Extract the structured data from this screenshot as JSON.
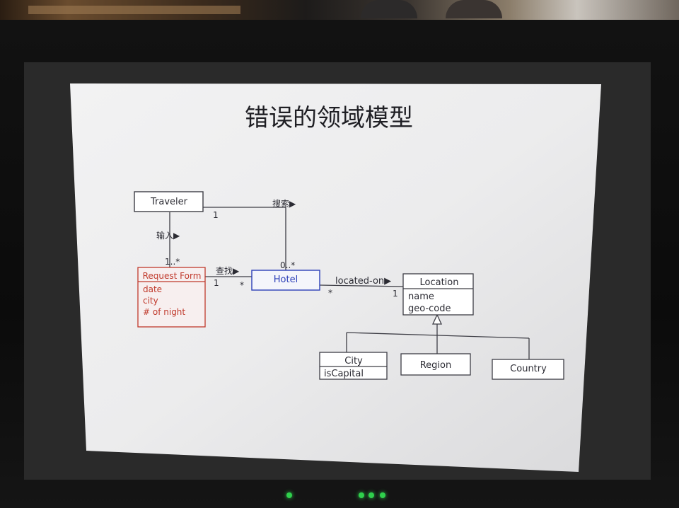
{
  "slide": {
    "title": "错误的领域模型"
  },
  "classes": {
    "traveler": {
      "name": "Traveler"
    },
    "request_form": {
      "name": "Request Form",
      "attributes": [
        "date",
        "city",
        "# of night"
      ],
      "color": "#c0392b"
    },
    "hotel": {
      "name": "Hotel",
      "color": "#2c3fb8"
    },
    "location": {
      "name": "Location",
      "attributes": [
        "name",
        "geo-code"
      ]
    },
    "city": {
      "name": "City",
      "attributes": [
        "isCapital"
      ]
    },
    "region": {
      "name": "Region"
    },
    "country": {
      "name": "Country"
    }
  },
  "associations": {
    "search": {
      "label": "搜索▶",
      "end_traveler": "1",
      "end_hotel": "0..*"
    },
    "input": {
      "label": "输入▶",
      "end_request": "1..*"
    },
    "find": {
      "label": "查找▶",
      "end_request": "1",
      "end_hotel": "*"
    },
    "located_on": {
      "label": "located-on▶",
      "end_hotel": "*",
      "end_location": "1"
    }
  },
  "colors": {
    "line": "#3d3d45",
    "text": "#2b2b33",
    "slide_bg": "#e9e9ea"
  }
}
